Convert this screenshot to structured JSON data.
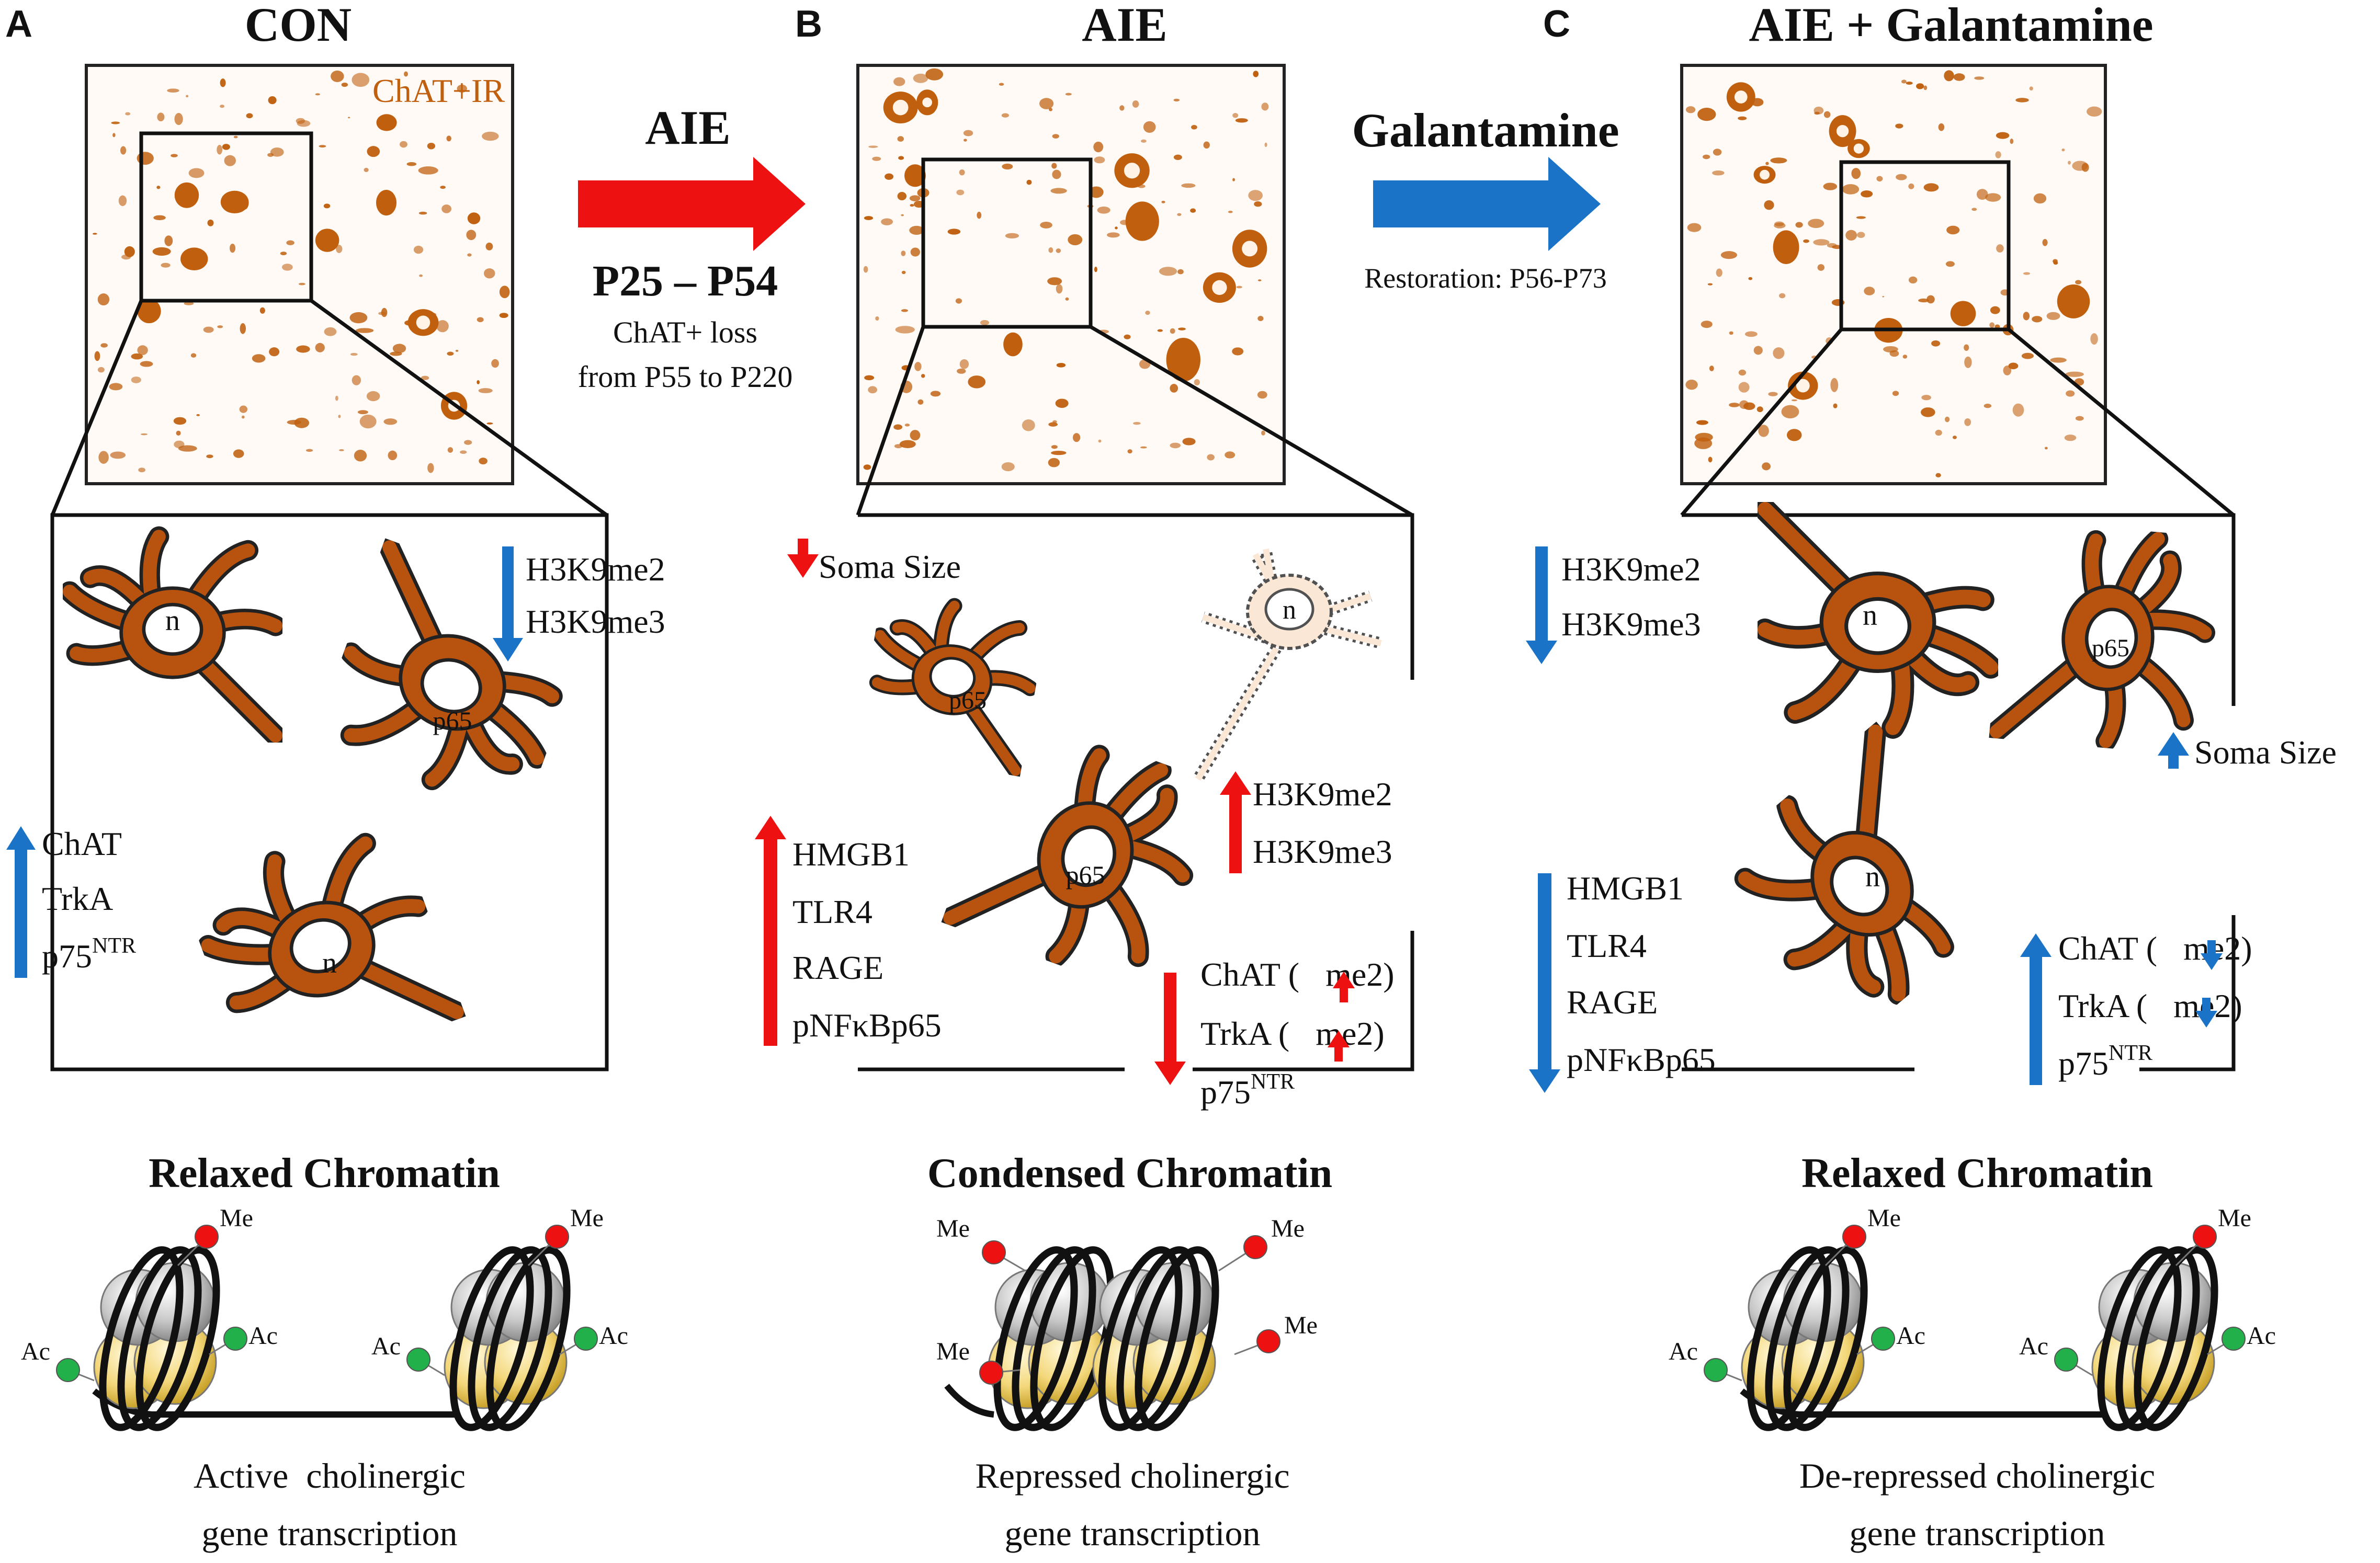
{
  "panels": [
    {
      "letter": "A",
      "title": "CON",
      "micrograph_label": "ChAT+IR",
      "marks_upper": [
        "H3K9me2",
        "H3K9me3"
      ],
      "marks_lower": [
        "ChAT",
        "TrkA",
        "p75",
        "NTR"
      ],
      "nucleus_labels": [
        "n",
        "p65",
        "n"
      ],
      "chromatin_title": "Relaxed Chromatin",
      "transcription": [
        "Active  cholinergic",
        "gene transcription"
      ]
    },
    {
      "letter": "B",
      "title": "AIE",
      "soma_label": "Soma Size",
      "marks_upper": [
        "H3K9me2",
        "H3K9me3"
      ],
      "marks_left": [
        "HMGB1",
        "TLR4",
        "RAGE",
        "pNFκBp65"
      ],
      "marks_lower": [
        "ChAT (",
        "me2)",
        "TrkA (",
        "me2)",
        "p75",
        "NTR"
      ],
      "nucleus_labels": [
        "p65",
        "n",
        "p65"
      ],
      "chromatin_title": "Condensed Chromatin",
      "transcription": [
        "Repressed cholinergic",
        "gene transcription"
      ]
    },
    {
      "letter": "C",
      "title": "AIE + Galantamine",
      "soma_label": "Soma Size",
      "marks_upper": [
        "H3K9me2",
        "H3K9me3"
      ],
      "marks_left": [
        "HMGB1",
        "TLR4",
        "RAGE",
        "pNFκBp65"
      ],
      "marks_lower": [
        "ChAT (",
        "me2)",
        "TrkA (",
        "me2)",
        "p75",
        "NTR"
      ],
      "nucleus_labels": [
        "n",
        "p65",
        "n"
      ],
      "chromatin_title": "Relaxed Chromatin",
      "transcription": [
        "De-repressed cholinergic",
        "gene transcription"
      ]
    }
  ],
  "arrow_aie": {
    "label": "AIE",
    "period": "P25 – P54",
    "note_line1": "ChAT+ loss",
    "note_line2": "from P55 to P220"
  },
  "arrow_galantamine": {
    "label": "Galantamine",
    "note": "Restoration: P56-P73"
  },
  "histone_marks": {
    "methyl": "Me",
    "acetyl": "Ac"
  },
  "colors": {
    "neuron": "#b8520f",
    "stain": "#c0600f",
    "increase_arrow": "#ee1111",
    "decrease_arrow": "#1a73c6",
    "methyl_dot": "#ee1111",
    "acetyl_dot": "#22b04a",
    "histone_top": "#c8c8c8",
    "histone_bottom": "#f3d77a"
  }
}
